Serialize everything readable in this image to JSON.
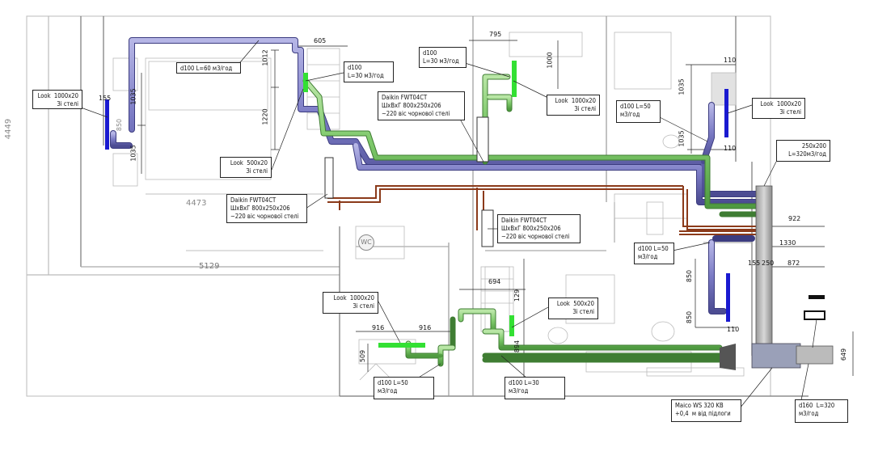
{
  "labels": {
    "look_left": "Look  1000x20\nЗі стелі",
    "d100_60": "d100 L=60 м3/год",
    "d100_30_top": "d100\nL=30 м3/год",
    "d100_30_mid": "d100\nL=30 м3/год",
    "look_top_mid": "Look  1000x20\nЗі стелі",
    "daikin_top": "Daikin FWT04CT\nШхВхГ 800x250x206\n~220 віс чорнової стелі",
    "look_500_left": "Look  500x20\nЗі стелі",
    "daikin_left": "Daikin FWT04CT\nШхВхГ 800x250x206\n~220 віс чорнової стелі",
    "daikin_center": "Daikin FWT04CT\nШхВхГ 800x250x206\n~220 віс чорнової стелі",
    "d100_50_right": "d100 L=50\nм3/год",
    "look_right": "Look  1000x20\nЗі стелі",
    "duct_250": "250x200\nL=320м3/год",
    "d100_50_center": "d100 L=50\nм3/год",
    "look_bottom_left": "Look  1000x20\nЗі стелі",
    "look_500_bottom": "Look  500x20\nЗі стелі",
    "d100_50_bottom": "d100 L=50\nм3/год",
    "d100_30_bottom": "d100 L=30\nм3/год",
    "maico": "Maico WS 320 KB\n+0,4  м від підлоги",
    "d160": "d160  L=320\nм3/год"
  },
  "dims": {
    "d605": "605",
    "d1012": "1012",
    "d1220": "1220",
    "d155": "155",
    "d1035a": "1035",
    "d1035b": "1035",
    "d850x": "850",
    "d4473": "4473",
    "d5129": "5129",
    "d4449": "4449",
    "d795": "795",
    "d1000": "1000",
    "d110a": "110",
    "d1035c": "1035",
    "d1035d": "1035",
    "d110b": "110",
    "d922": "922",
    "d1330": "1330",
    "d155b": "155",
    "d250": "250",
    "d872": "872",
    "d850a": "850",
    "d850b": "850",
    "d110c": "110",
    "d694": "694",
    "d129": "129",
    "d916a": "916",
    "d916b": "916",
    "d509": "509",
    "d894": "894",
    "d649": "649",
    "wc": "WC"
  },
  "colors": {
    "supply": "#7dc86a",
    "exhaust": "#7878c0",
    "refrigerant": "#8b3a1a",
    "grille_blue": "#1a1ad0",
    "grille_green": "#33e033",
    "wall": "#6e6e6e"
  }
}
